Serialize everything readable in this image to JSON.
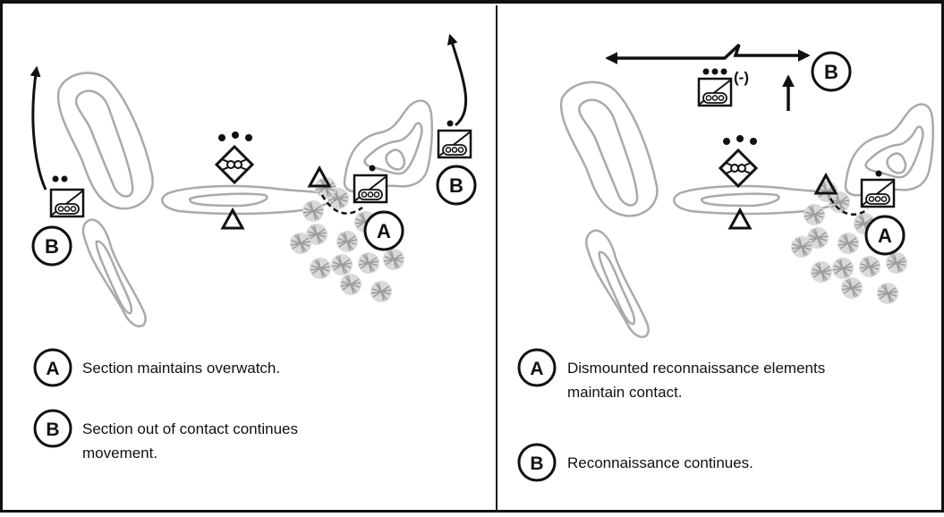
{
  "left_panel": {
    "map_labels": {
      "a": "A",
      "b_left": "B",
      "b_right": "B"
    },
    "legend": [
      {
        "marker": "A",
        "lines": [
          "Section maintains overwatch."
        ]
      },
      {
        "marker": "B",
        "lines": [
          "Section out of contact continues",
          "movement."
        ]
      }
    ]
  },
  "right_panel": {
    "map_labels": {
      "a": "A",
      "b": "B",
      "reduced": "(-)"
    },
    "legend": [
      {
        "marker": "A",
        "lines": [
          "Dismounted reconnaissance elements",
          "maintain contact."
        ]
      },
      {
        "marker": "B",
        "lines": [
          "Reconnaissance continues."
        ]
      }
    ]
  }
}
